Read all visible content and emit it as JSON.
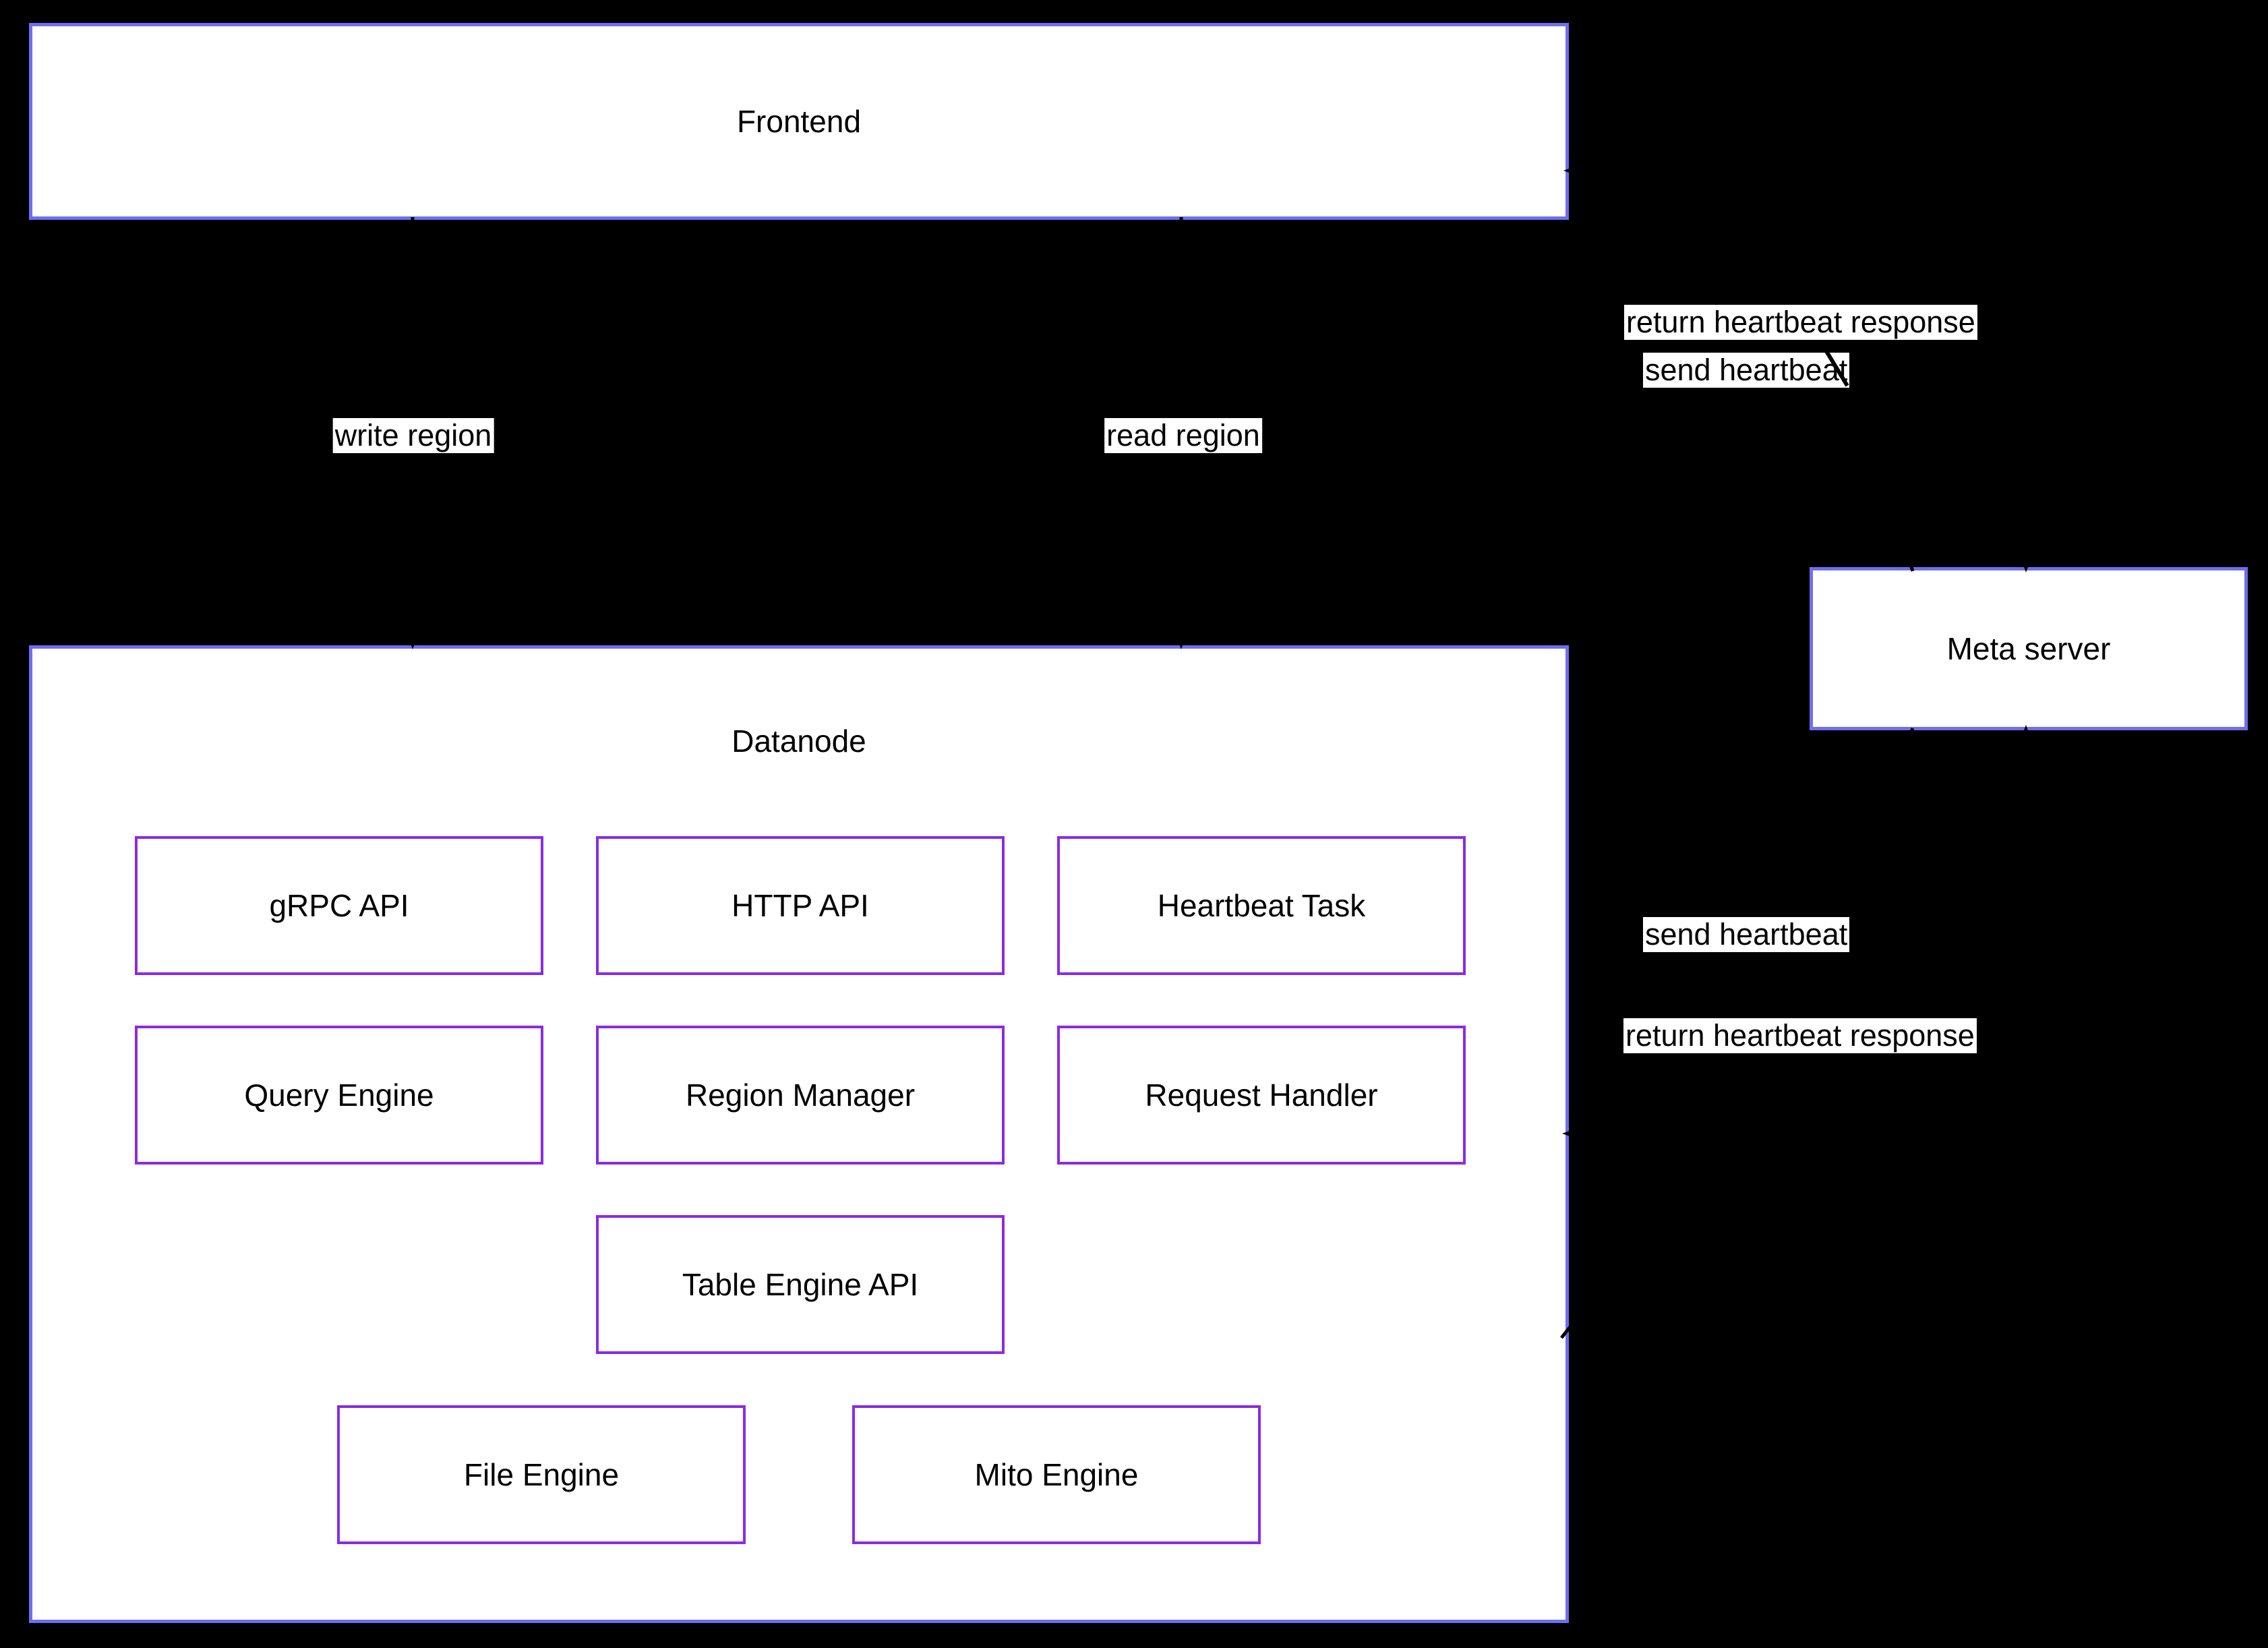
{
  "diagram": {
    "background_color": "#000000",
    "node_border_color": "#6e6ef0",
    "component_border_color": "#8b2be2",
    "edge_color": "#000000",
    "nodes": {
      "frontend": {
        "label": "Frontend"
      },
      "datanode": {
        "label": "Datanode"
      },
      "meta_server": {
        "label": "Meta server"
      }
    },
    "datanode_components": {
      "grpc_api": {
        "label": "gRPC API"
      },
      "http_api": {
        "label": "HTTP API"
      },
      "heartbeat_task": {
        "label": "Heartbeat Task"
      },
      "query_engine": {
        "label": "Query Engine"
      },
      "region_manager": {
        "label": "Region Manager"
      },
      "request_handler": {
        "label": "Request Handler"
      },
      "table_engine_api": {
        "label": "Table Engine API"
      },
      "file_engine": {
        "label": "File Engine"
      },
      "mito_engine": {
        "label": "Mito Engine"
      }
    },
    "edge_labels": {
      "write_region": {
        "label": "write region"
      },
      "read_region": {
        "label": "read region"
      },
      "frontend_return_heartbeat": {
        "label": "return heartbeat response"
      },
      "frontend_send_heartbeat": {
        "label": "send heartbeat"
      },
      "datanode_send_heartbeat": {
        "label": "send heartbeat"
      },
      "datanode_return_heartbeat": {
        "label": "return heartbeat response"
      }
    }
  }
}
